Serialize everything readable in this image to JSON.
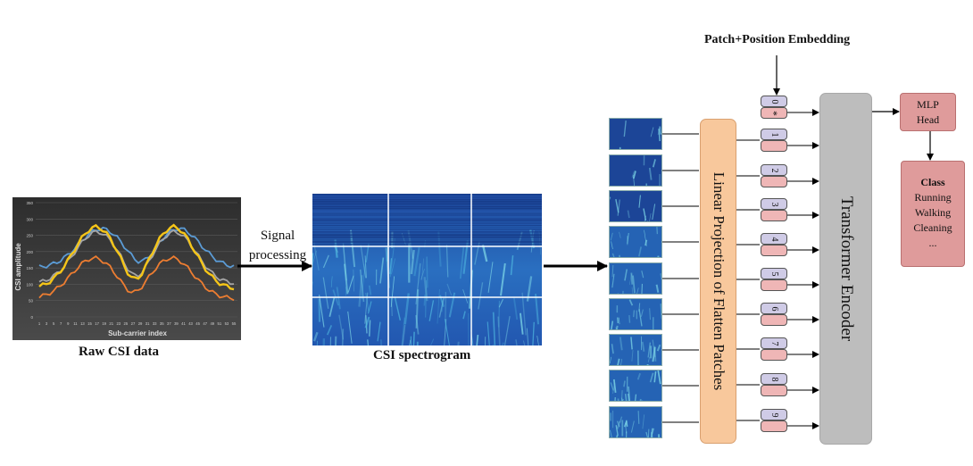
{
  "raw_csi": {
    "caption": "Raw CSI data",
    "ylabel": "CSI amplitude",
    "xlabel": "Sub-carrier index",
    "yticks": [
      "0",
      "50",
      "100",
      "150",
      "200",
      "250",
      "300",
      "350"
    ],
    "xticks": [
      "1",
      "3",
      "5",
      "7",
      "9",
      "11",
      "13",
      "15",
      "17",
      "19",
      "21",
      "23",
      "25",
      "27",
      "29",
      "31",
      "33",
      "35",
      "37",
      "39",
      "41",
      "43",
      "45",
      "47",
      "49",
      "51",
      "53",
      "55"
    ]
  },
  "signal_processing": {
    "line1": "Signal",
    "line2": "processing"
  },
  "spectrogram": {
    "caption": "CSI spectrogram"
  },
  "embedding": {
    "label": "Patch+Position Embedding"
  },
  "projection": {
    "label": "Linear Projection of Flatten Patches"
  },
  "encoder": {
    "label": "Transformer Encoder"
  },
  "mlp": {
    "line1": "MLP",
    "line2": "Head"
  },
  "classes": {
    "title": "Class",
    "items": [
      "Running",
      "Walking",
      "Cleaning",
      "..."
    ]
  },
  "tokens": [
    "0",
    "1",
    "2",
    "3",
    "4",
    "5",
    "6",
    "7",
    "8",
    "9"
  ],
  "cls_token": "*",
  "colors": {
    "line_blue": "#5b9bd5",
    "line_yellow": "#f5c518",
    "line_gray": "#a5a5a5",
    "line_orange": "#ed7d31",
    "chart_bg": "#3a3a3a",
    "spectro_dark": "#1a3f8f",
    "spectro_bright": "#7fd9e8",
    "projection": "#f8c89c",
    "encoder": "#bdbdbd",
    "head": "#df9b9b",
    "token_top": "#cfcbe6",
    "token_bottom": "#efb6b6"
  }
}
